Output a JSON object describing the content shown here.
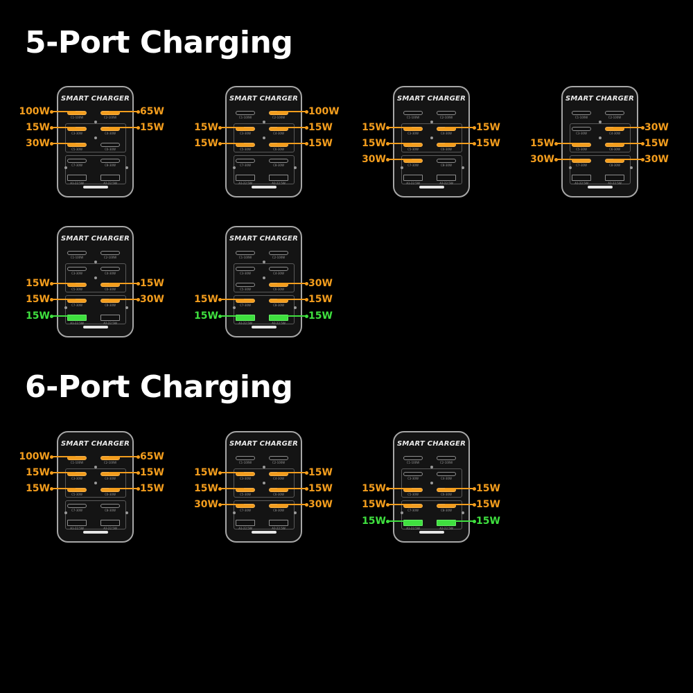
{
  "headings": {
    "five_port": "5-Port Charging",
    "six_port": "6-Port Charging"
  },
  "charger": {
    "title": "SMART CHARGER",
    "port_labels": [
      "C1-100W",
      "C2-100W",
      "C3-30W",
      "C4-30W",
      "C5-30W",
      "C6-30W",
      "C7-30W",
      "C8-30W",
      "A1-22.5W",
      "A2-22.5W"
    ]
  },
  "colors": {
    "background": "#000000",
    "usb_c_active": "#f39d1d",
    "usb_a_active": "#3fe03f"
  },
  "sections": [
    {
      "id": "five_port",
      "configs": [
        {
          "active": [
            {
              "port": "C1",
              "watt": "100W",
              "side": "left",
              "color": "orange"
            },
            {
              "port": "C2",
              "watt": "65W",
              "side": "right",
              "color": "orange"
            },
            {
              "port": "C3",
              "watt": "15W",
              "side": "left",
              "color": "orange"
            },
            {
              "port": "C4",
              "watt": "15W",
              "side": "right",
              "color": "orange"
            },
            {
              "port": "C5",
              "watt": "30W",
              "side": "left",
              "color": "orange"
            }
          ]
        },
        {
          "active": [
            {
              "port": "C2",
              "watt": "100W",
              "side": "right",
              "color": "orange"
            },
            {
              "port": "C3",
              "watt": "15W",
              "side": "left",
              "color": "orange"
            },
            {
              "port": "C4",
              "watt": "15W",
              "side": "right",
              "color": "orange"
            },
            {
              "port": "C5",
              "watt": "15W",
              "side": "left",
              "color": "orange"
            },
            {
              "port": "C6",
              "watt": "15W",
              "side": "right",
              "color": "orange"
            }
          ]
        },
        {
          "active": [
            {
              "port": "C3",
              "watt": "15W",
              "side": "left",
              "color": "orange"
            },
            {
              "port": "C4",
              "watt": "15W",
              "side": "right",
              "color": "orange"
            },
            {
              "port": "C5",
              "watt": "15W",
              "side": "left",
              "color": "orange"
            },
            {
              "port": "C6",
              "watt": "15W",
              "side": "right",
              "color": "orange"
            },
            {
              "port": "C7",
              "watt": "30W",
              "side": "left",
              "color": "orange"
            }
          ]
        },
        {
          "active": [
            {
              "port": "C4",
              "watt": "30W",
              "side": "right",
              "color": "orange"
            },
            {
              "port": "C5",
              "watt": "15W",
              "side": "left",
              "color": "orange"
            },
            {
              "port": "C6",
              "watt": "15W",
              "side": "right",
              "color": "orange"
            },
            {
              "port": "C7",
              "watt": "30W",
              "side": "left",
              "color": "orange"
            },
            {
              "port": "C8",
              "watt": "30W",
              "side": "right",
              "color": "orange"
            }
          ]
        },
        {
          "active": [
            {
              "port": "C5",
              "watt": "15W",
              "side": "left",
              "color": "orange"
            },
            {
              "port": "C6",
              "watt": "15W",
              "side": "right",
              "color": "orange"
            },
            {
              "port": "C7",
              "watt": "15W",
              "side": "left",
              "color": "orange"
            },
            {
              "port": "C8",
              "watt": "30W",
              "side": "right",
              "color": "orange"
            },
            {
              "port": "A1",
              "watt": "15W",
              "side": "left",
              "color": "green"
            }
          ]
        },
        {
          "active": [
            {
              "port": "C6",
              "watt": "30W",
              "side": "right",
              "color": "orange"
            },
            {
              "port": "C7",
              "watt": "15W",
              "side": "left",
              "color": "orange"
            },
            {
              "port": "C8",
              "watt": "15W",
              "side": "right",
              "color": "orange"
            },
            {
              "port": "A1",
              "watt": "15W",
              "side": "left",
              "color": "green"
            },
            {
              "port": "A2",
              "watt": "15W",
              "side": "right",
              "color": "green"
            }
          ]
        }
      ]
    },
    {
      "id": "six_port",
      "configs": [
        {
          "active": [
            {
              "port": "C1",
              "watt": "100W",
              "side": "left",
              "color": "orange"
            },
            {
              "port": "C2",
              "watt": "65W",
              "side": "right",
              "color": "orange"
            },
            {
              "port": "C3",
              "watt": "15W",
              "side": "left",
              "color": "orange"
            },
            {
              "port": "C4",
              "watt": "15W",
              "side": "right",
              "color": "orange"
            },
            {
              "port": "C5",
              "watt": "15W",
              "side": "left",
              "color": "orange"
            },
            {
              "port": "C6",
              "watt": "15W",
              "side": "right",
              "color": "orange"
            }
          ]
        },
        {
          "active": [
            {
              "port": "C3",
              "watt": "15W",
              "side": "left",
              "color": "orange"
            },
            {
              "port": "C4",
              "watt": "15W",
              "side": "right",
              "color": "orange"
            },
            {
              "port": "C5",
              "watt": "15W",
              "side": "left",
              "color": "orange"
            },
            {
              "port": "C6",
              "watt": "15W",
              "side": "right",
              "color": "orange"
            },
            {
              "port": "C7",
              "watt": "30W",
              "side": "left",
              "color": "orange"
            },
            {
              "port": "C8",
              "watt": "30W",
              "side": "right",
              "color": "orange"
            }
          ]
        },
        {
          "active": [
            {
              "port": "C5",
              "watt": "15W",
              "side": "left",
              "color": "orange"
            },
            {
              "port": "C6",
              "watt": "15W",
              "side": "right",
              "color": "orange"
            },
            {
              "port": "C7",
              "watt": "15W",
              "side": "left",
              "color": "orange"
            },
            {
              "port": "C8",
              "watt": "15W",
              "side": "right",
              "color": "orange"
            },
            {
              "port": "A1",
              "watt": "15W",
              "side": "left",
              "color": "green"
            },
            {
              "port": "A2",
              "watt": "15W",
              "side": "right",
              "color": "green"
            }
          ]
        }
      ]
    }
  ]
}
